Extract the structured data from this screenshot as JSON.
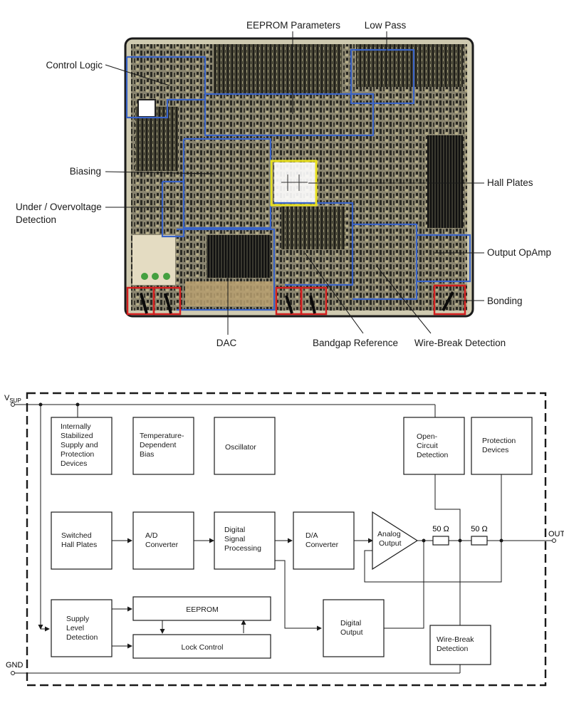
{
  "chip_labels": {
    "eeprom_parameters": "EEPROM Parameters",
    "low_pass": "Low Pass",
    "control_logic": "Control Logic",
    "biasing": "Biasing",
    "hall_plates": "Hall Plates",
    "under_overvoltage_1": "Under / Overvoltage",
    "under_overvoltage_2": "Detection",
    "output_opamp": "Output OpAmp",
    "bonding": "Bonding",
    "dac": "DAC",
    "bandgap_reference": "Bandgap Reference",
    "wire_break_detection": "Wire-Break Detection"
  },
  "block_diagram": {
    "vsup": "V",
    "vsup_sub": "SUP",
    "gnd": "GND",
    "out": "OUT",
    "blocks": {
      "supply": [
        "Internally",
        "Stabilized",
        "Supply and",
        "Protection",
        "Devices"
      ],
      "temp_bias": [
        "Temperature-",
        "Dependent",
        "Bias"
      ],
      "oscillator": [
        "Oscillator"
      ],
      "open_circuit": [
        "Open-",
        "Circuit",
        "Detection"
      ],
      "protection": [
        "Protection",
        "Devices"
      ],
      "hall": [
        "Switched",
        "Hall Plates"
      ],
      "adc": [
        "A/D",
        "Converter"
      ],
      "dsp": [
        "Digital",
        "Signal",
        "Processing"
      ],
      "dac": [
        "D/A",
        "Converter"
      ],
      "analog_output": [
        "Analog",
        "Output"
      ],
      "supply_level": [
        "Supply",
        "Level",
        "Detection"
      ],
      "eeprom": [
        "EEPROM"
      ],
      "lock_control": [
        "Lock Control"
      ],
      "digital_output": [
        "Digital",
        "Output"
      ],
      "wire_break": [
        "Wire-Break",
        "Detection"
      ]
    },
    "resistor_1": "50 Ω",
    "resistor_2": "50 Ω"
  },
  "colors": {
    "die_outline": "#1a1a1a",
    "region_blue": "#3a64c8",
    "region_yellow": "#e8e020",
    "region_red": "#d42020"
  }
}
